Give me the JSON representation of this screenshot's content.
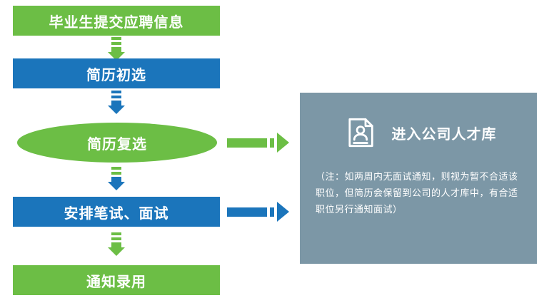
{
  "flow": {
    "steps": [
      {
        "label": "毕业生提交应聘信息",
        "shape": "rect",
        "color": "green"
      },
      {
        "label": "简历初选",
        "shape": "rect",
        "color": "blue"
      },
      {
        "label": "简历复选",
        "shape": "ellipse",
        "color": "green"
      },
      {
        "label": "安排笔试、面试",
        "shape": "rect",
        "color": "blue"
      },
      {
        "label": "通知录用",
        "shape": "rect",
        "color": "green"
      }
    ]
  },
  "panel": {
    "title": "进入公司人才库",
    "note": "（注：如两周内无面试通知，则视为暂不合适该职位，但简历会保留到公司的人才库中，有合适职位另行通知面试）",
    "icon": "document-person-icon"
  },
  "colors": {
    "green": "#6CBE45",
    "blue": "#1B75BB",
    "panel_background": "#7C97A6",
    "text_on_shapes": "#FFFFFF"
  }
}
